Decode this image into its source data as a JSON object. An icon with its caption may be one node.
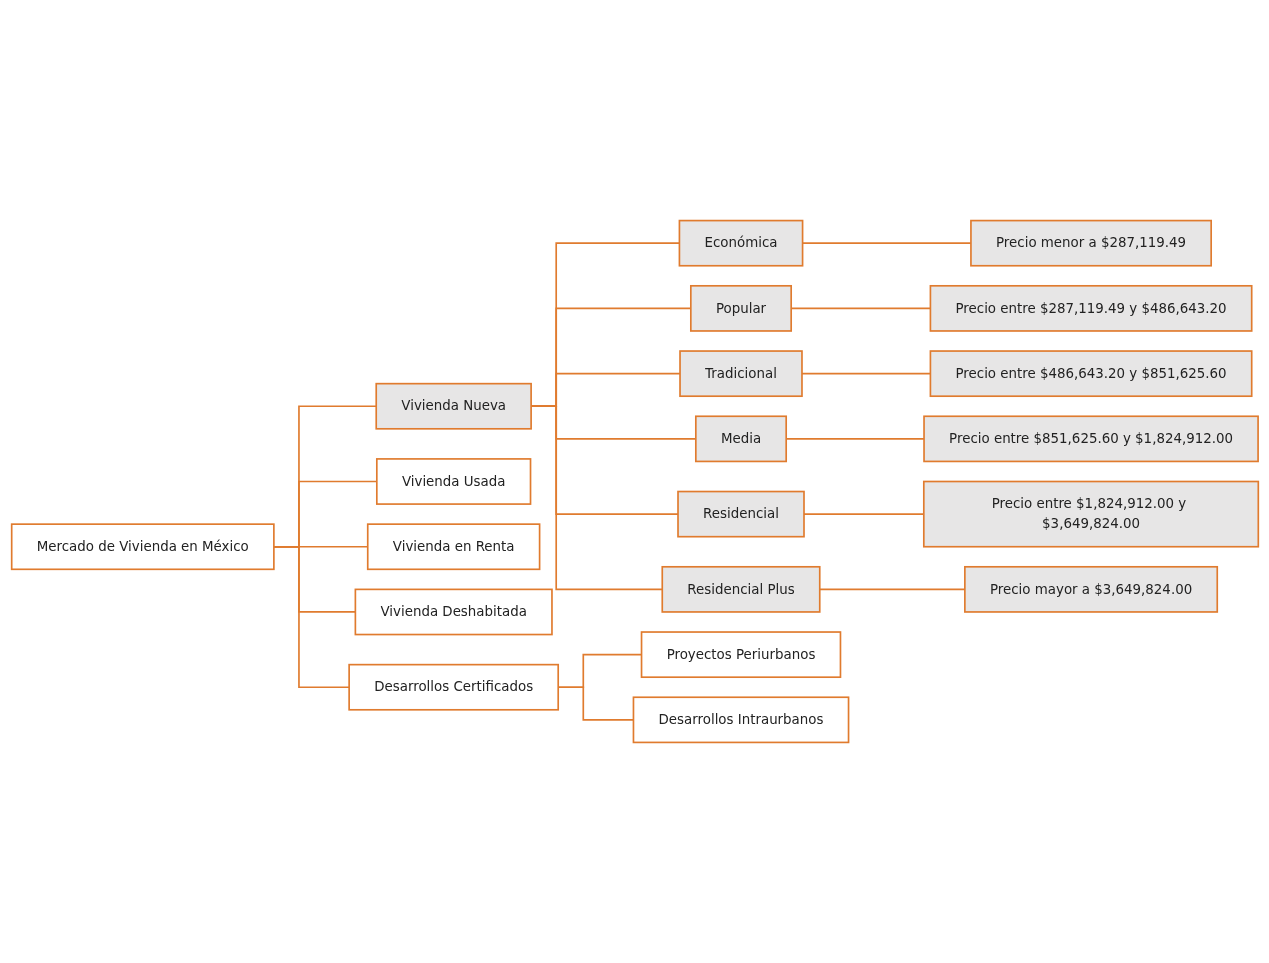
{
  "diagram": {
    "nodes": [
      {
        "text": [
          "Mercado de Vivienda en México"
        ]
      },
      {
        "text": [
          "Vivienda Nueva"
        ]
      },
      {
        "text": [
          "Vivienda Usada"
        ]
      },
      {
        "text": [
          "Vivienda en Renta"
        ]
      },
      {
        "text": [
          "Vivienda Deshabitada"
        ]
      },
      {
        "text": [
          "Desarrollos Certificados"
        ]
      },
      {
        "text": [
          "Económica"
        ]
      },
      {
        "text": [
          "Precio menor a $287,119.49"
        ]
      },
      {
        "text": [
          "Popular"
        ]
      },
      {
        "text": [
          "Precio entre $287,119.49 y $486,643.20"
        ]
      },
      {
        "text": [
          "Tradicional"
        ]
      },
      {
        "text": [
          "Precio entre $486,643.20 y $851,625.60"
        ]
      },
      {
        "text": [
          "Media"
        ]
      },
      {
        "text": [
          "Precio entre $851,625.60 y $1,824,912.00"
        ]
      },
      {
        "text": [
          "Residencial"
        ]
      },
      {
        "text": [
          "Precio entre $1,824,912.00 y $3,649,824.00"
        ]
      },
      {
        "text": [
          "Residencial Plus"
        ]
      },
      {
        "text": [
          "Precio mayor a $3,649,824.00"
        ]
      },
      {
        "text": [
          "Proyectos Periurbanos"
        ]
      },
      {
        "text": [
          "Desarrollos Intraurbanos"
        ]
      }
    ],
    "edges": [
      {
        "from": 0,
        "to": 1,
        "arrow": "none"
      },
      {
        "from": 0,
        "to": 2,
        "arrow": "none"
      },
      {
        "from": 0,
        "to": 3,
        "arrow": "none"
      },
      {
        "from": 0,
        "to": 4,
        "arrow": "none"
      },
      {
        "from": 0,
        "to": 5,
        "arrow": "none"
      },
      {
        "from": 1,
        "to": 6,
        "arrow": "none"
      },
      {
        "from": 6,
        "to": 7,
        "arrow": "none"
      },
      {
        "from": 1,
        "to": 8,
        "arrow": "none"
      },
      {
        "from": 8,
        "to": 9,
        "arrow": "none"
      },
      {
        "from": 1,
        "to": 10,
        "arrow": "none"
      },
      {
        "from": 10,
        "to": 11,
        "arrow": "none"
      },
      {
        "from": 1,
        "to": 12,
        "arrow": "none"
      },
      {
        "from": 12,
        "to": 13,
        "arrow": "none"
      },
      {
        "from": 1,
        "to": 14,
        "arrow": "none"
      },
      {
        "from": 14,
        "to": 15,
        "arrow": "none"
      },
      {
        "from": 1,
        "to": 16,
        "arrow": "none"
      },
      {
        "from": 16,
        "to": 17,
        "arrow": "none"
      },
      {
        "from": 5,
        "to": 18,
        "arrow": "none"
      },
      {
        "from": 5,
        "to": 19,
        "arrow": "none"
      }
    ]
  }
}
